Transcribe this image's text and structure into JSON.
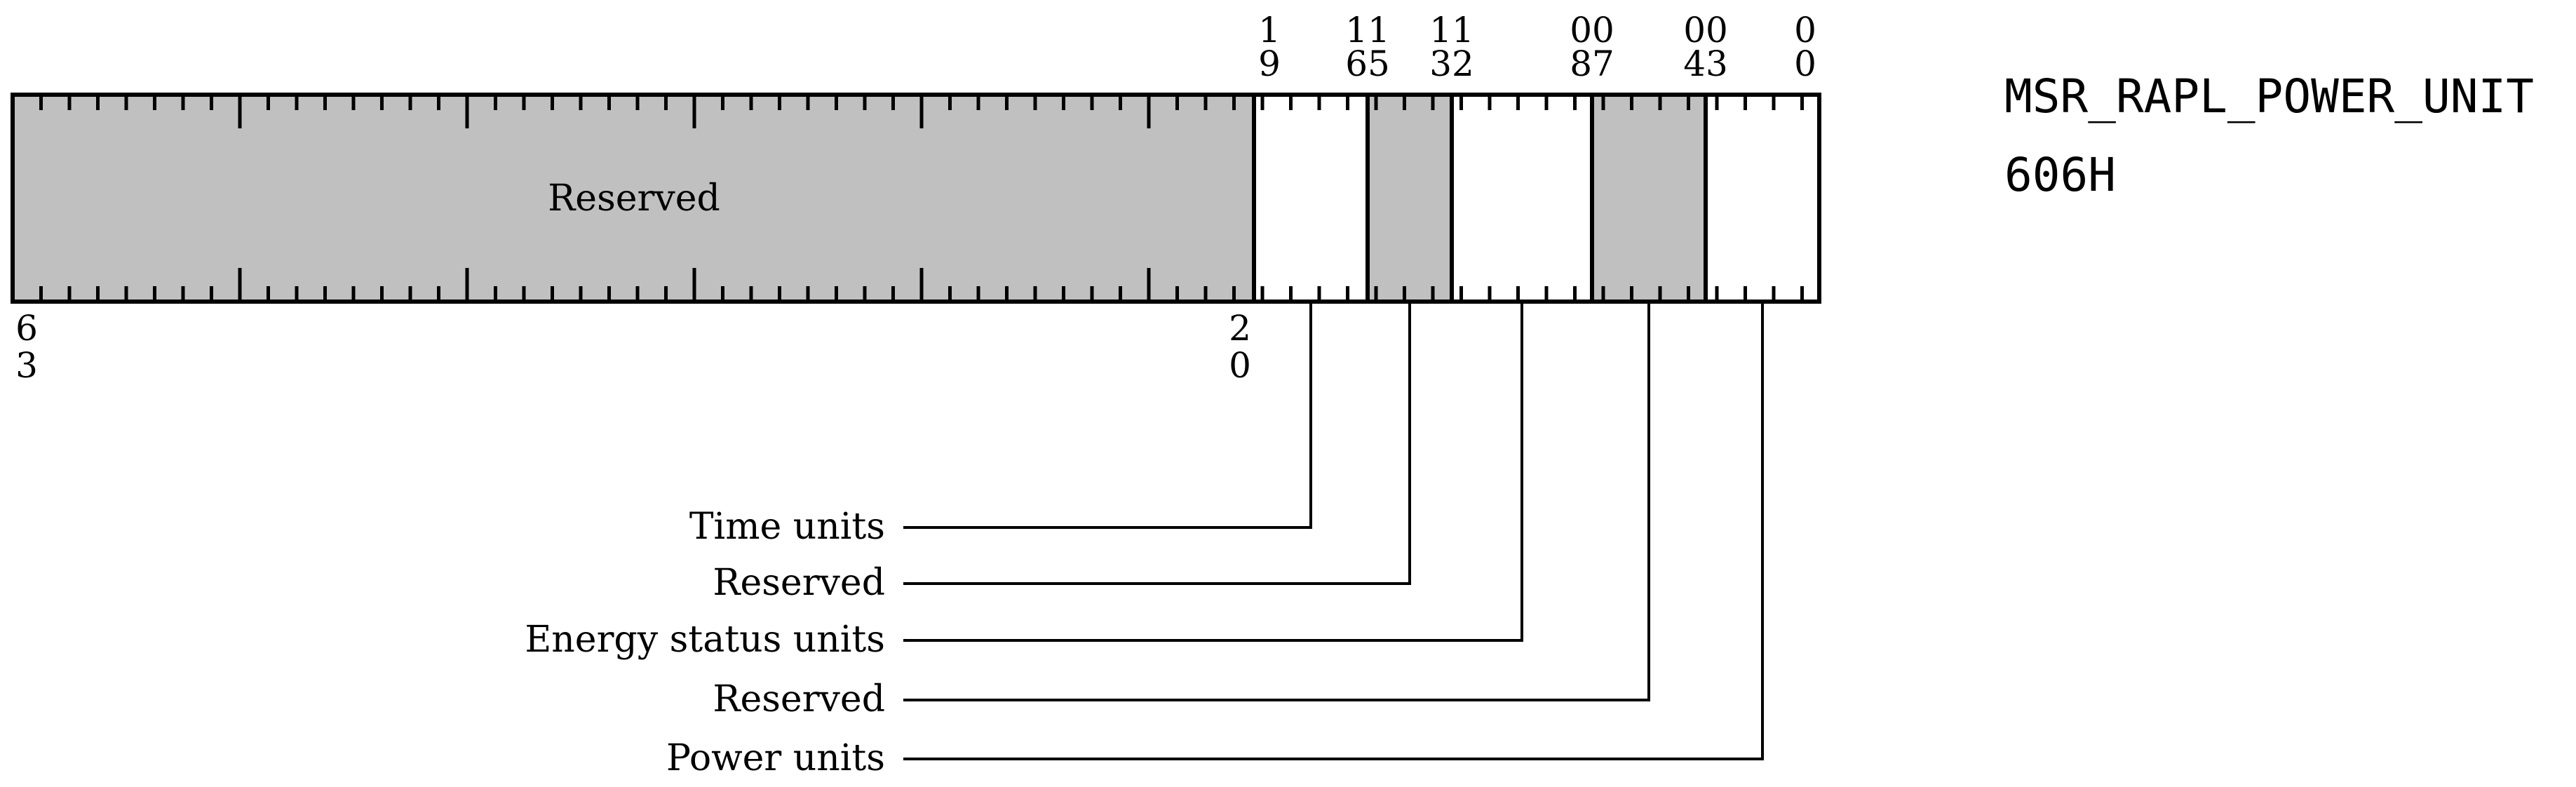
{
  "register": {
    "name": "MSR_RAPL_POWER_UNIT",
    "address": "606H"
  },
  "colors": {
    "reserved_fill": "#c0c0c0",
    "field_fill": "#ffffff",
    "stroke": "#000000"
  },
  "bits": {
    "left_end_top": "6",
    "left_end_bottom": "3",
    "reserved_end_top": "2",
    "reserved_end_bottom": "0"
  },
  "fields": [
    {
      "id": "reserved-high",
      "msb": 63,
      "lsb": 20,
      "reserved": true,
      "inside_label": "Reserved"
    },
    {
      "id": "time-units",
      "msb": 19,
      "lsb": 16,
      "reserved": false,
      "top_top": "1",
      "top_bottom": "9",
      "label": "Time units"
    },
    {
      "id": "reserved-15-13",
      "msb": 15,
      "lsb": 13,
      "reserved": true,
      "top_top": "11",
      "top_bottom": "65",
      "label": "Reserved"
    },
    {
      "id": "energy-status-units",
      "msb": 12,
      "lsb": 8,
      "reserved": false,
      "top_top": "11",
      "top_bottom": "32",
      "label": "Energy status units"
    },
    {
      "id": "reserved-7-4",
      "msb": 7,
      "lsb": 4,
      "reserved": true,
      "top_top": "00",
      "top_bottom": "87",
      "label": "Reserved"
    },
    {
      "id": "power-units",
      "msb": 3,
      "lsb": 0,
      "reserved": false,
      "top_top": "00",
      "top_bottom": "43",
      "label": "Power units"
    },
    {
      "id": "bit-0",
      "top_top": "0",
      "top_bottom": "0"
    }
  ]
}
